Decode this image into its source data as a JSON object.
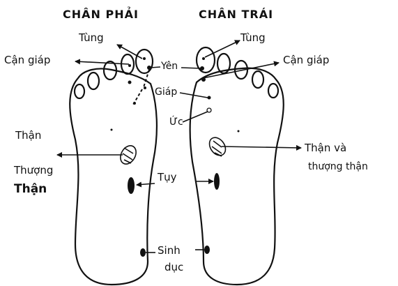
{
  "diagram": {
    "feet": {
      "right": {
        "title": "CHÂN PHẢI"
      },
      "left": {
        "title": "CHÂN TRÁI"
      }
    },
    "labels": {
      "tung_right": "Tùng",
      "tung_left": "Tùng",
      "can_giap_right": "Cận giáp",
      "can_giap_left": "Cận giáp",
      "yen": "Yên",
      "giap": "Giáp",
      "uc": "Ức",
      "than_right": "Thận",
      "thuong_than_right_line1": "Thượng",
      "thuong_than_right_line2": "Thận",
      "than_va_left_line1": "Thận và",
      "than_va_left_line2": "thượng thận",
      "tuy": "Tụy",
      "sinh_duc_line1": "Sinh",
      "sinh_duc_line2": "dục"
    },
    "colors": {
      "ink": "#111111",
      "background": "#ffffff"
    }
  }
}
